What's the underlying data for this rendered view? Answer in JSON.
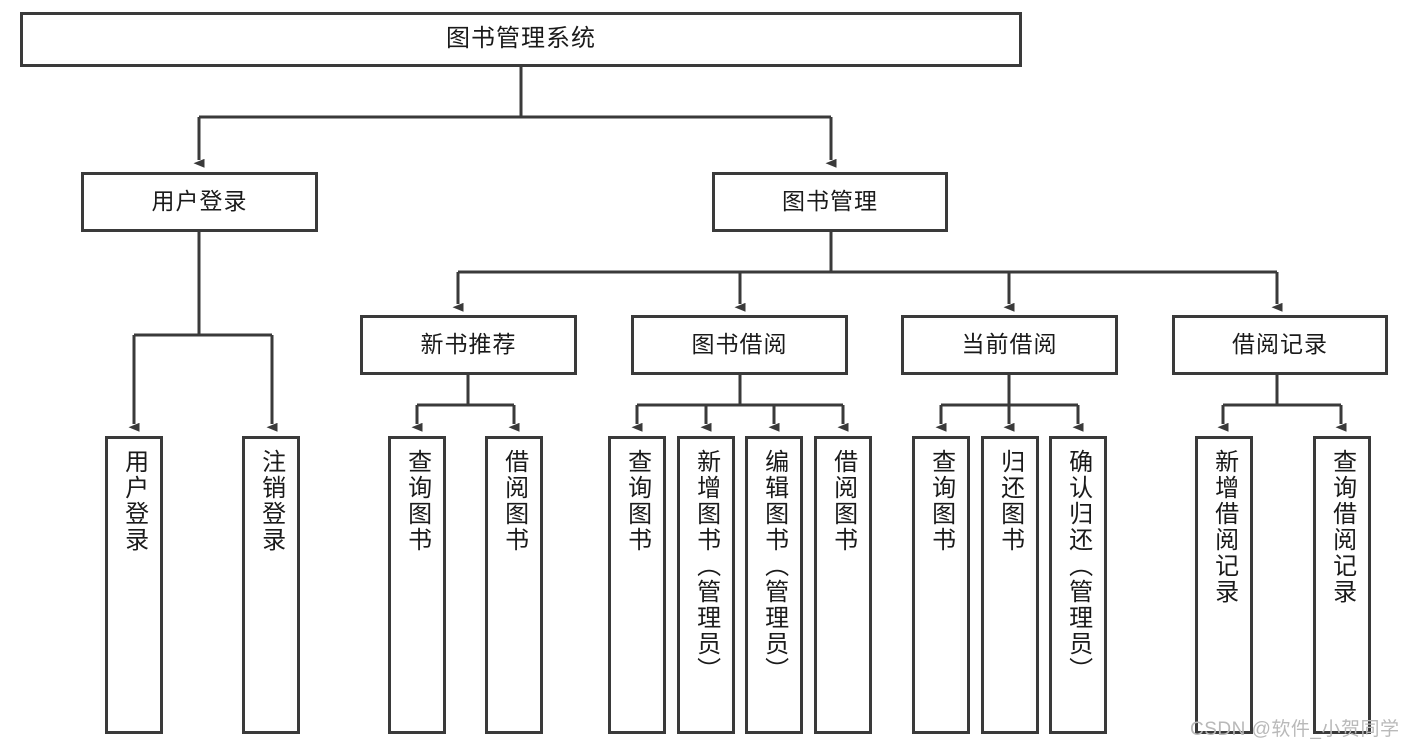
{
  "diagram": {
    "title": "图书管理系统",
    "type": "tree-hierarchy-chart",
    "colors": {
      "box_border": "#3a3a3a",
      "box_fill": "#ffffff",
      "connector": "#3a3a3a",
      "text": "#1a1a1a",
      "watermark": "#b9b9b9",
      "background": "#ffffff"
    },
    "root": {
      "label": "图书管理系统"
    },
    "level2": [
      {
        "label": "用户登录"
      },
      {
        "label": "图书管理"
      }
    ],
    "level3": [
      {
        "label": "新书推荐"
      },
      {
        "label": "图书借阅"
      },
      {
        "label": "当前借阅"
      },
      {
        "label": "借阅记录"
      }
    ],
    "leaves": {
      "user_login": [
        {
          "label": "用户登录"
        },
        {
          "label": "注销登录"
        }
      ],
      "new_book_recommend": [
        {
          "label": "查询图书"
        },
        {
          "label": "借阅图书"
        }
      ],
      "book_borrow": [
        {
          "label": "查询图书"
        },
        {
          "label": "新增图书（管理员）"
        },
        {
          "label": "编辑图书（管理员）"
        },
        {
          "label": "借阅图书"
        }
      ],
      "current_borrow": [
        {
          "label": "查询图书"
        },
        {
          "label": "归还图书"
        },
        {
          "label": "确认归还（管理员）"
        }
      ],
      "borrow_record": [
        {
          "label": "新增借阅记录"
        },
        {
          "label": "查询借阅记录"
        }
      ]
    }
  },
  "watermark": {
    "text": "CSDN @软件_小贺同学"
  }
}
